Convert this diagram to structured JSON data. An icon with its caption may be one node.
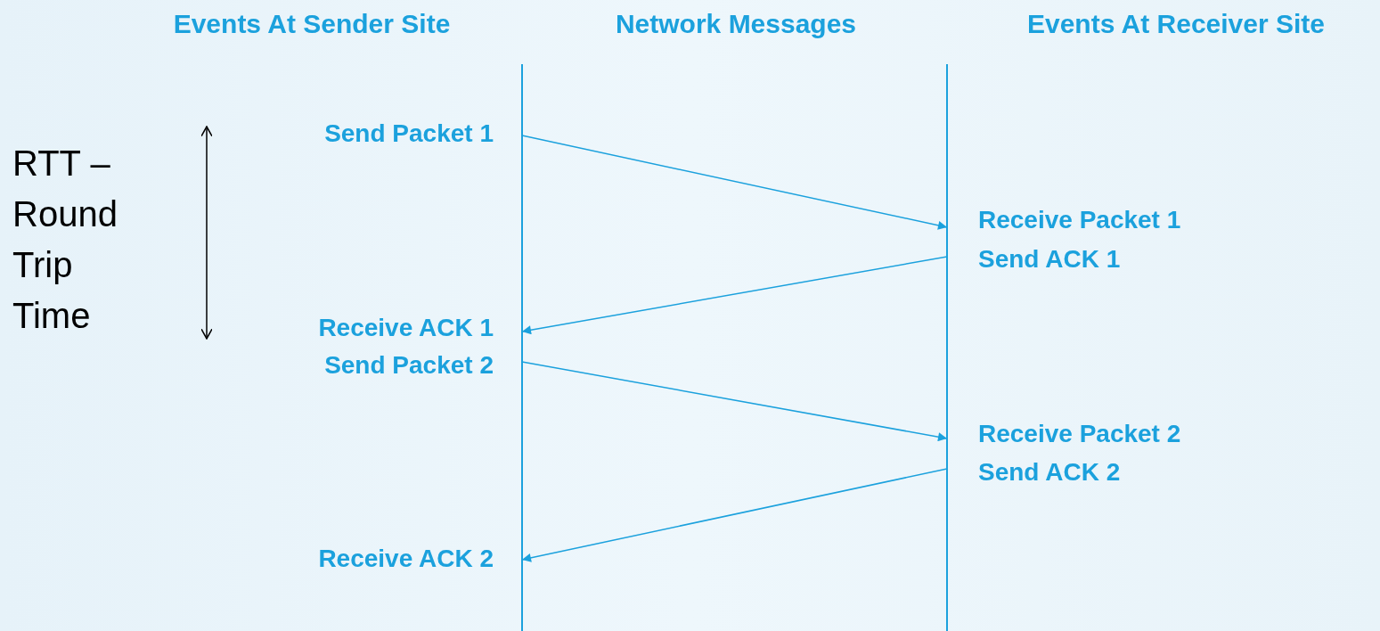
{
  "diagram": {
    "nodes": [
      {
        "text": [
          "Send Packet 1"
        ]
      },
      {
        "text": [
          "Receive Packet 1"
        ]
      },
      {
        "text": [
          "Send ACK 1"
        ]
      },
      {
        "text": [
          "Receive ACK 1"
        ]
      },
      {
        "text": [
          "Send Packet 2"
        ]
      },
      {
        "text": [
          "Receive Packet 2"
        ]
      },
      {
        "text": [
          "Send ACK 2"
        ]
      },
      {
        "text": [
          "Receive ACK 2"
        ]
      }
    ],
    "edges": [
      {
        "from": 0,
        "to": 1,
        "arrow": "to"
      },
      {
        "from": 2,
        "to": 3,
        "arrow": "to"
      },
      {
        "from": 4,
        "to": 5,
        "arrow": "to"
      },
      {
        "from": 6,
        "to": 7,
        "arrow": "to"
      }
    ],
    "labels": [
      "Events At Sender Site",
      "Network Messages",
      "Events At Receiver Site",
      "RTT – Round Trip Time"
    ]
  }
}
